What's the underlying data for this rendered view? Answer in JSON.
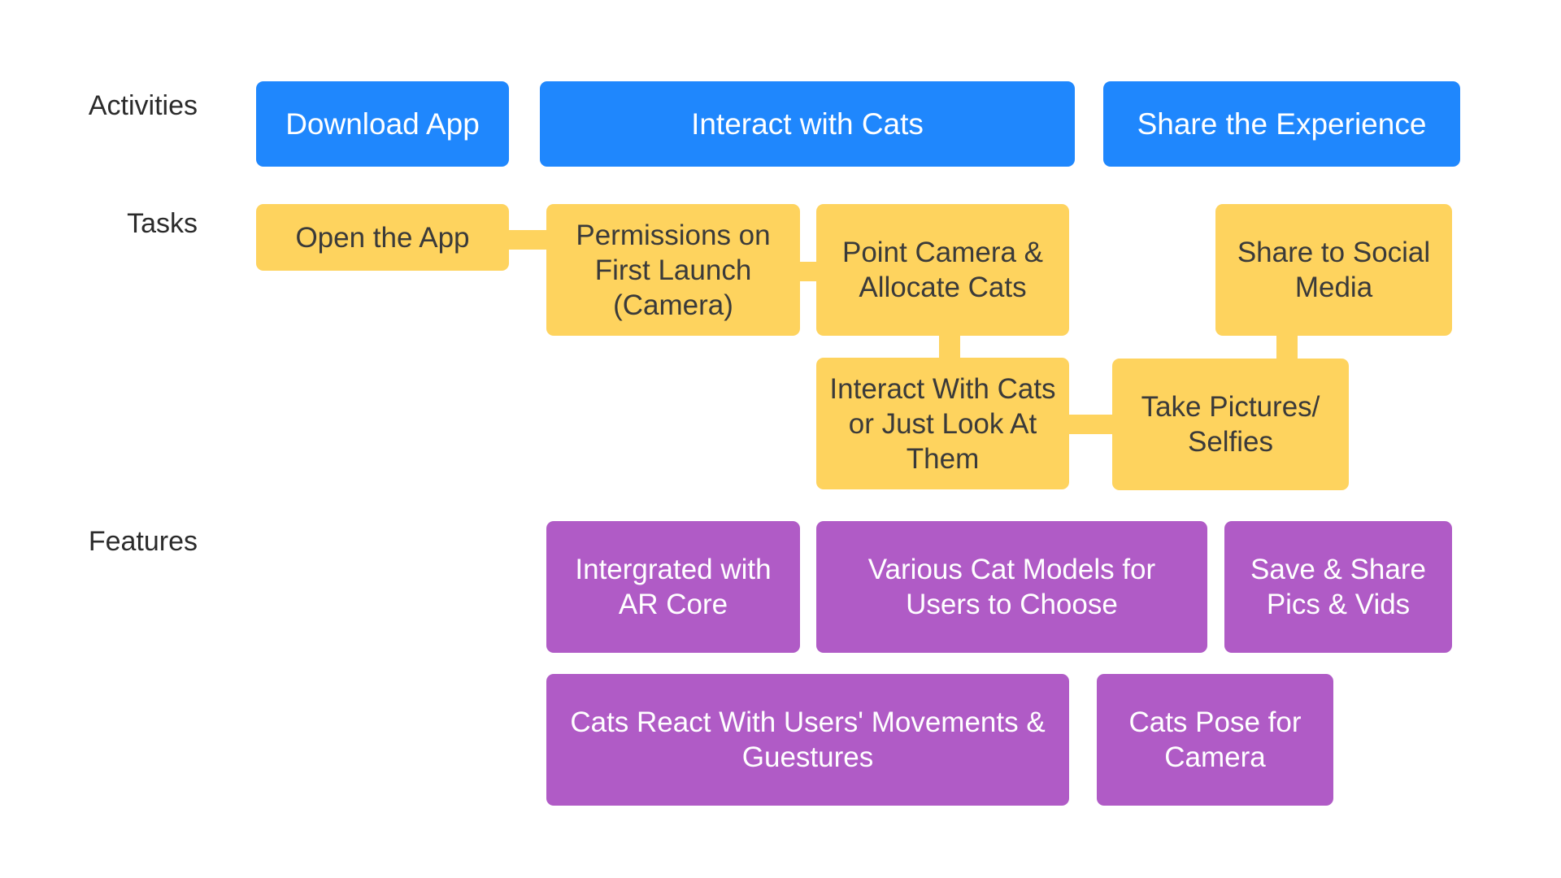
{
  "labels": {
    "activities": "Activities",
    "tasks": "Tasks",
    "features": "Features"
  },
  "activities": {
    "download_app": "Download App",
    "interact_with_cats": "Interact with Cats",
    "share_experience": "Share the Experience"
  },
  "tasks": {
    "open_app": "Open the App",
    "permissions": "Permissions on First Launch (Camera)",
    "point_camera": "Point Camera & Allocate Cats",
    "share_social": "Share to Social Media",
    "interact_look": "Interact With Cats or Just Look At Them",
    "take_pictures": "Take Pictures/ Selfies"
  },
  "features": {
    "ar_core": "Intergrated with AR Core",
    "cat_models": "Various Cat Models for Users to Choose",
    "save_share": "Save & Share Pics & Vids",
    "cats_react": "Cats React With Users' Movements & Guestures",
    "cats_pose": "Cats Pose for Camera"
  },
  "colors": {
    "activity": "#1f87fd",
    "task": "#fed35e",
    "feature": "#b05bc6"
  }
}
